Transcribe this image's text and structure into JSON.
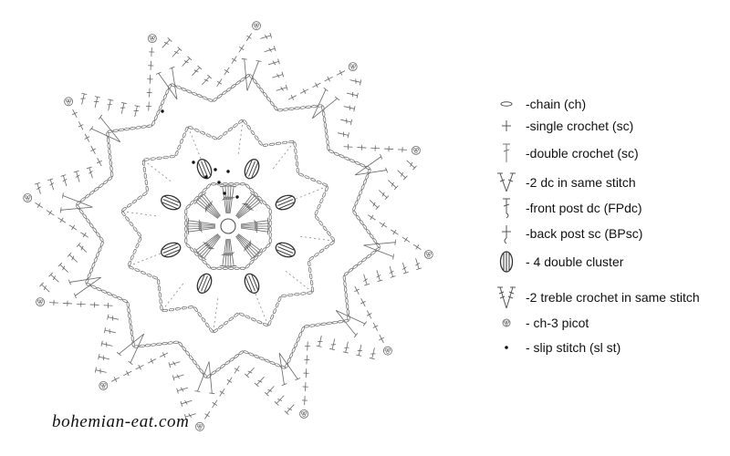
{
  "legend": [
    {
      "symbol": "chain-icon",
      "label": "-chain (ch)"
    },
    {
      "symbol": "single-crochet-icon",
      "label": "-single crochet (sc)"
    },
    {
      "symbol": "double-crochet-icon",
      "label": "-double crochet (sc)"
    },
    {
      "symbol": "two-dc-same-stitch-icon",
      "label": "-2 dc in same stitch"
    },
    {
      "symbol": "front-post-dc-icon",
      "label": "-front post dc (FPdc)"
    },
    {
      "symbol": "back-post-sc-icon",
      "label": "-back post sc (BPsc)"
    },
    {
      "symbol": "four-double-cluster-icon",
      "label": "- 4 double cluster"
    },
    {
      "symbol": "two-treble-same-stitch-icon",
      "label": "-2 treble crochet in same stitch"
    },
    {
      "symbol": "ch3-picot-icon",
      "label": "- ch-3 picot"
    },
    {
      "symbol": "slip-stitch-icon",
      "label": "- slip stitch (sl st)"
    }
  ],
  "watermark": "bohemian-eat.com",
  "pattern": {
    "star_points": 12,
    "inner_petals": 8
  }
}
